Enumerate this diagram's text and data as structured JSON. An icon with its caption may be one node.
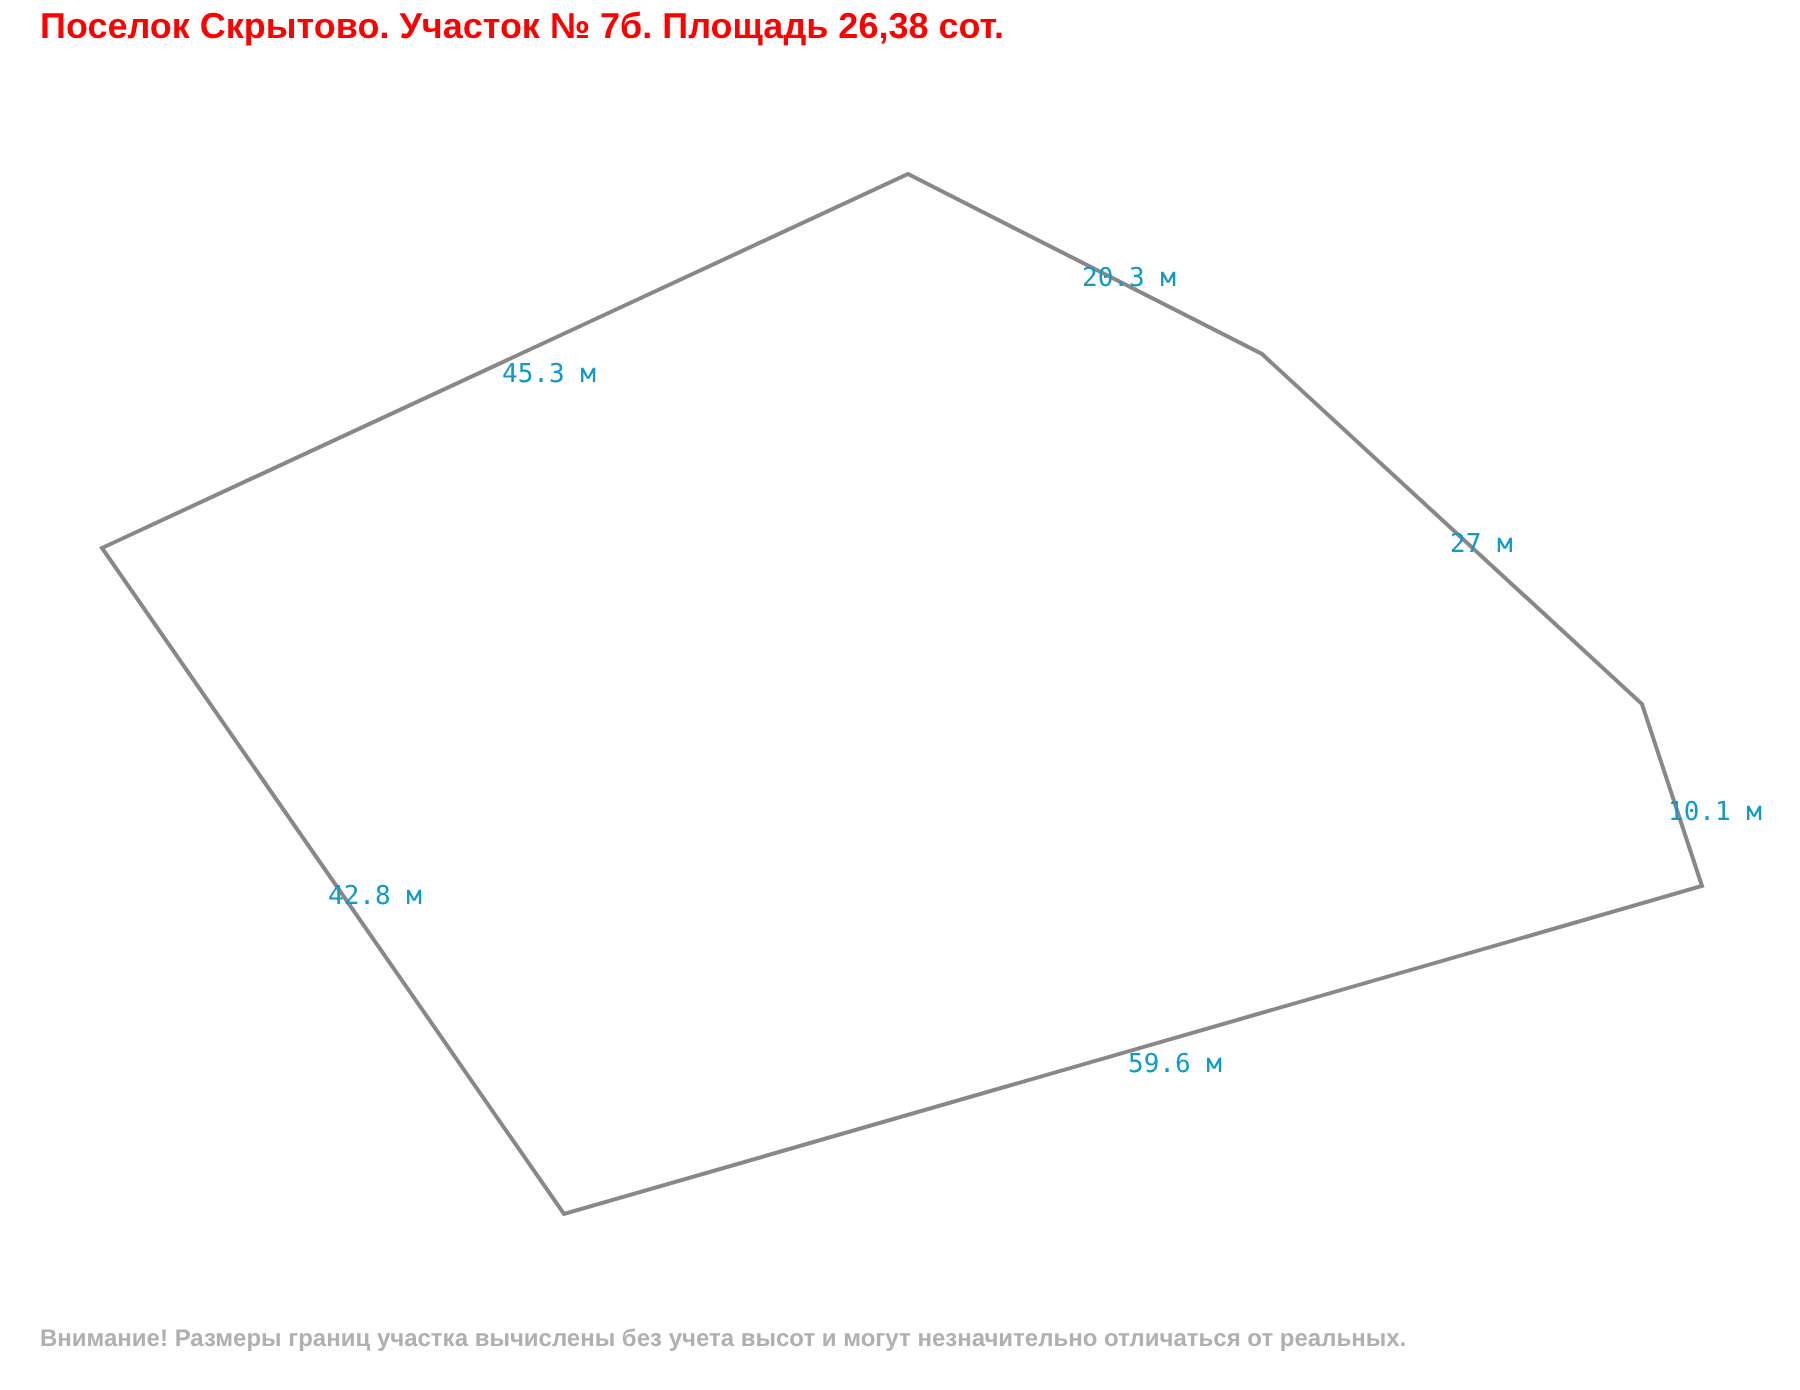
{
  "diagram": {
    "title": "Поселок Скрытово. Участок № 7б. Площадь 26,38 сот.",
    "caption": "Внимание! Размеры границ участка вычислены без учета высот и могут незначительно отличаться от реальных.",
    "labels": [
      "20.3 м",
      "45.3 м",
      "27 м",
      "10.1 м",
      "42.8 м",
      "59.6 м"
    ]
  }
}
